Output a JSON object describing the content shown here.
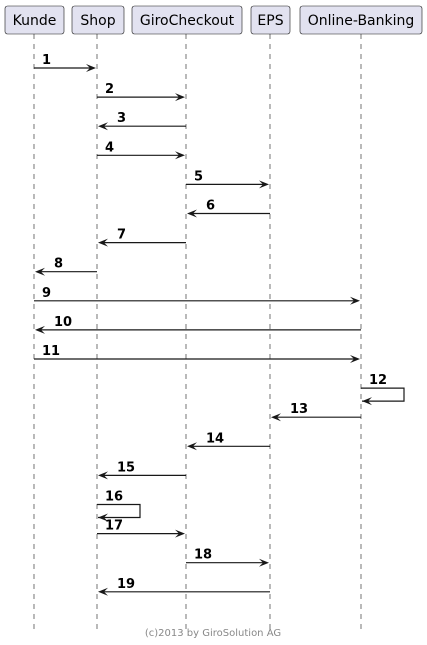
{
  "participants": [
    {
      "id": "kunde",
      "label": "Kunde"
    },
    {
      "id": "shop",
      "label": "Shop"
    },
    {
      "id": "girocheckout",
      "label": "GiroCheckout"
    },
    {
      "id": "eps",
      "label": "EPS"
    },
    {
      "id": "onlinebanking",
      "label": "Online-Banking"
    }
  ],
  "messages": [
    {
      "from": "kunde",
      "to": "shop",
      "label": "1"
    },
    {
      "from": "shop",
      "to": "girocheckout",
      "label": "2"
    },
    {
      "from": "girocheckout",
      "to": "shop",
      "label": "3"
    },
    {
      "from": "shop",
      "to": "girocheckout",
      "label": "4"
    },
    {
      "from": "girocheckout",
      "to": "eps",
      "label": "5"
    },
    {
      "from": "eps",
      "to": "girocheckout",
      "label": "6"
    },
    {
      "from": "girocheckout",
      "to": "shop",
      "label": "7"
    },
    {
      "from": "shop",
      "to": "kunde",
      "label": "8"
    },
    {
      "from": "kunde",
      "to": "onlinebanking",
      "label": "9"
    },
    {
      "from": "onlinebanking",
      "to": "kunde",
      "label": "10"
    },
    {
      "from": "kunde",
      "to": "onlinebanking",
      "label": "11"
    },
    {
      "from": "onlinebanking",
      "to": "onlinebanking",
      "label": "12"
    },
    {
      "from": "onlinebanking",
      "to": "eps",
      "label": "13"
    },
    {
      "from": "eps",
      "to": "girocheckout",
      "label": "14"
    },
    {
      "from": "girocheckout",
      "to": "shop",
      "label": "15"
    },
    {
      "from": "shop",
      "to": "shop",
      "label": "16"
    },
    {
      "from": "shop",
      "to": "girocheckout",
      "label": "17"
    },
    {
      "from": "girocheckout",
      "to": "eps",
      "label": "18"
    },
    {
      "from": "eps",
      "to": "shop",
      "label": "19"
    }
  ],
  "footer": "(c)2013 by GiroSolution AG"
}
